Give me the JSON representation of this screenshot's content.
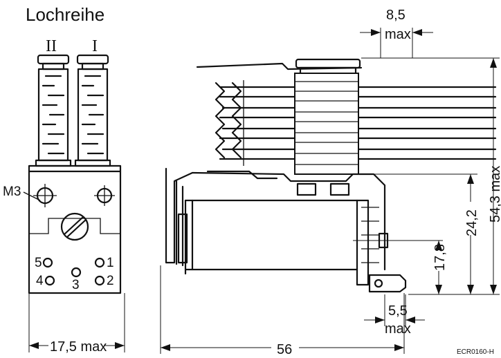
{
  "title": "Lochreihe",
  "columns": [
    "II",
    "I"
  ],
  "callout": "M3",
  "pins": [
    "5",
    "1",
    "4",
    "3",
    "2"
  ],
  "dimensions": {
    "width_front": "17,5 max",
    "length": "56",
    "top_offset": "8,5",
    "top_offset_note": "max",
    "bottom_offset": "5,5",
    "bottom_offset_note": "max",
    "height_small": "17,8",
    "height_mid": "24,2",
    "height_total": "54,3 max"
  },
  "drawing_id": "ECR0160-H"
}
